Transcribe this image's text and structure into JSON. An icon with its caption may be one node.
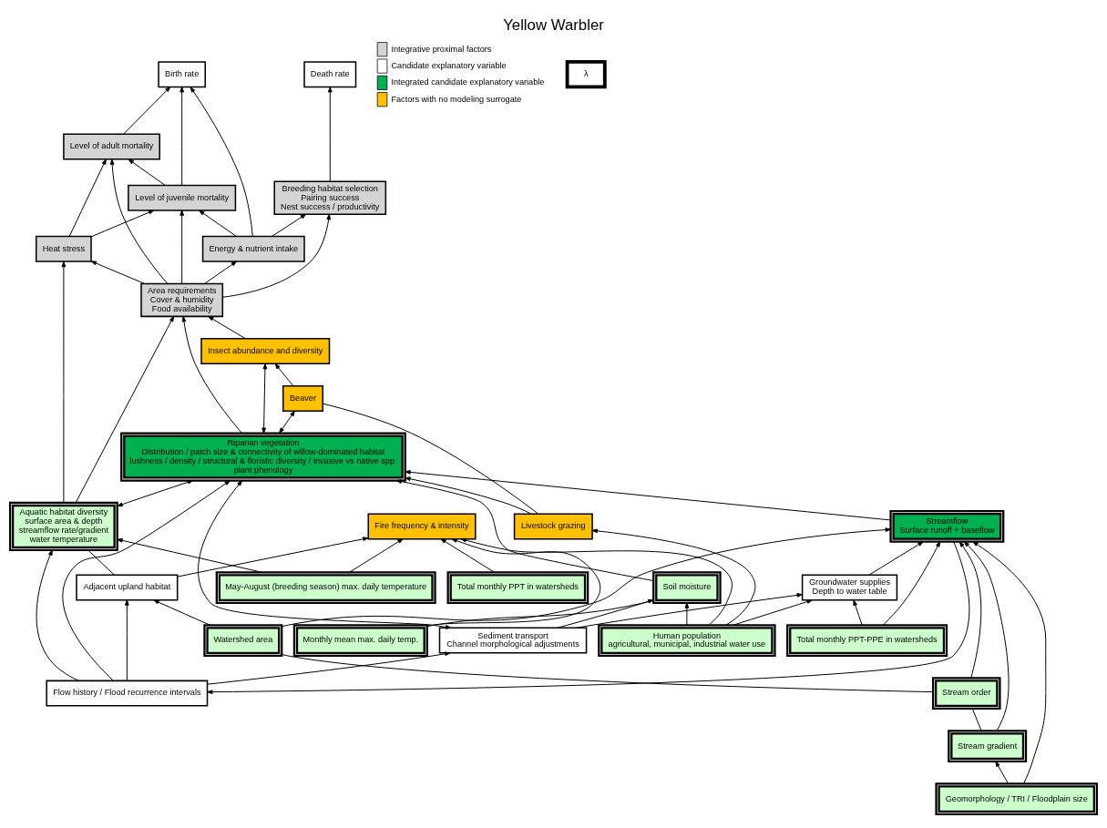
{
  "diagram": {
    "title": "Yellow Warbler",
    "nodes": [
      {
        "text": [
          "Birth rate"
        ]
      },
      {
        "text": [
          "λ"
        ]
      },
      {
        "text": [
          "Death rate"
        ]
      },
      {
        "text": [
          "Level of adult mortality"
        ]
      },
      {
        "text": [
          "Level of juvenile mortality"
        ]
      },
      {
        "text": [
          "Energy & nutrient intake"
        ]
      },
      {
        "text": [
          "Breeding habitat selection",
          "Pairing success",
          "Nest success / productivity"
        ]
      },
      {
        "text": [
          "Area requirements",
          "Cover & humidity",
          "Food availability"
        ]
      },
      {
        "text": [
          "Heat stress"
        ]
      },
      {
        "text": [
          "Aquatic habitat diversity",
          "surface area & depth",
          "streamflow rate/gradient",
          "water temperature"
        ]
      },
      {
        "text": [
          "Riparian vegetation",
          "Distribution / patch size & connectivity of willow-dominated habitat",
          "lushness / density / structural & floristic diversity / invasive vs native spp.",
          "plant phenology"
        ]
      },
      {
        "text": [
          "Insect abundance and diversity"
        ]
      },
      {
        "text": [
          "Beaver"
        ]
      },
      {
        "text": [
          "Livestock grazing"
        ]
      },
      {
        "text": [
          "Adjacent upland habitat"
        ]
      },
      {
        "text": [
          "Flow history / Flood recurrence intervals"
        ]
      },
      {
        "text": [
          "Sediment transport",
          "Channel morphological adjustments"
        ]
      },
      {
        "text": [
          "Soil moisture"
        ]
      },
      {
        "text": [
          "Watershed area"
        ]
      },
      {
        "text": [
          "Stream order"
        ]
      },
      {
        "text": [
          "Stream gradient"
        ]
      },
      {
        "text": [
          "Geomorphology / TRI / Floodplain size"
        ]
      },
      {
        "text": [
          "Streamflow",
          "Surface runoff + baseflow"
        ]
      },
      {
        "text": [
          "Groundwater supplies",
          "Depth to water table"
        ]
      },
      {
        "text": [
          "Human population",
          "agricultural, municipal, industrial water use"
        ]
      },
      {
        "text": [
          "Total monthly PPT-PPE in watersheds"
        ]
      },
      {
        "text": [
          "Total monthly PPT in watersheds"
        ]
      },
      {
        "text": [
          "May-August (breeding season) max. daily temperature"
        ]
      },
      {
        "text": [
          "Monthly mean max. daily temp."
        ]
      },
      {
        "text": [
          "Fire frequency & intensity"
        ]
      }
    ],
    "edges": [
      {
        "from": 3,
        "to": 0,
        "arrow": "to"
      },
      {
        "from": 4,
        "to": 0,
        "arrow": "to"
      },
      {
        "from": 5,
        "to": 0,
        "arrow": "to"
      },
      {
        "from": 6,
        "to": 2,
        "arrow": "to"
      },
      {
        "from": 4,
        "to": 3,
        "arrow": "to"
      },
      {
        "from": 5,
        "to": 4,
        "arrow": "to"
      },
      {
        "from": 5,
        "to": 6,
        "arrow": "to"
      },
      {
        "from": 7,
        "to": 3,
        "arrow": "to"
      },
      {
        "from": 7,
        "to": 4,
        "arrow": "to"
      },
      {
        "from": 7,
        "to": 5,
        "arrow": "to"
      },
      {
        "from": 7,
        "to": 6,
        "arrow": "to"
      },
      {
        "from": 7,
        "to": 8,
        "arrow": "to"
      },
      {
        "from": 8,
        "to": 3,
        "arrow": "to"
      },
      {
        "from": 8,
        "to": 4,
        "arrow": "to"
      },
      {
        "from": 9,
        "to": 8,
        "arrow": "to"
      },
      {
        "from": 9,
        "to": 7,
        "arrow": "to"
      },
      {
        "from": 10,
        "to": 7,
        "arrow": "to"
      },
      {
        "from": 11,
        "to": 7,
        "arrow": "to"
      },
      {
        "from": 9,
        "to": 10,
        "arrow": "both"
      },
      {
        "from": 10,
        "to": 11,
        "arrow": "both"
      },
      {
        "from": 10,
        "to": 12,
        "arrow": "both"
      },
      {
        "from": 12,
        "to": 11,
        "arrow": "to"
      },
      {
        "from": 13,
        "to": 10,
        "arrow": "to"
      },
      {
        "from": 13,
        "to": 12,
        "arrow": "none"
      },
      {
        "from": 17,
        "to": 10,
        "arrow": "to"
      },
      {
        "from": 14,
        "to": 9,
        "arrow": "none"
      },
      {
        "from": 18,
        "to": 14,
        "arrow": "to"
      },
      {
        "from": 19,
        "to": 18,
        "arrow": "none"
      },
      {
        "from": 20,
        "to": 19,
        "arrow": "none"
      },
      {
        "from": 21,
        "to": 20,
        "arrow": "to"
      },
      {
        "from": 15,
        "to": 14,
        "arrow": "to"
      },
      {
        "from": 15,
        "to": 16,
        "arrow": "to"
      },
      {
        "from": 15,
        "to": 9,
        "arrow": "to"
      },
      {
        "from": 15,
        "to": 10,
        "arrow": "to"
      },
      {
        "from": 16,
        "to": 17,
        "arrow": "to"
      },
      {
        "from": 16,
        "to": 10,
        "arrow": "both"
      },
      {
        "from": 16,
        "to": 23,
        "arrow": "to"
      },
      {
        "from": 18,
        "to": 22,
        "arrow": "to"
      },
      {
        "from": 19,
        "to": 22,
        "arrow": "to"
      },
      {
        "from": 20,
        "to": 22,
        "arrow": "to"
      },
      {
        "from": 21,
        "to": 22,
        "arrow": "to"
      },
      {
        "from": 25,
        "to": 22,
        "arrow": "to"
      },
      {
        "from": 23,
        "to": 22,
        "arrow": "to"
      },
      {
        "from": 22,
        "to": 15,
        "arrow": "to"
      },
      {
        "from": 22,
        "to": 10,
        "arrow": "to"
      },
      {
        "from": 24,
        "to": 23,
        "arrow": "to"
      },
      {
        "from": 24,
        "to": 29,
        "arrow": "to"
      },
      {
        "from": 24,
        "to": 17,
        "arrow": "to"
      },
      {
        "from": 24,
        "to": 13,
        "arrow": "to"
      },
      {
        "from": 25,
        "to": 23,
        "arrow": "to"
      },
      {
        "from": 27,
        "to": 9,
        "arrow": "to"
      },
      {
        "from": 27,
        "to": 29,
        "arrow": "to"
      },
      {
        "from": 28,
        "to": 29,
        "arrow": "to"
      },
      {
        "from": 28,
        "to": 17,
        "arrow": "none"
      },
      {
        "from": 26,
        "to": 29,
        "arrow": "to"
      },
      {
        "from": 14,
        "to": 29,
        "arrow": "to"
      }
    ],
    "legend": [
      {
        "text": "Integrative proximal factors",
        "color": "#d4d4d4"
      },
      {
        "text": "Candidate explanatory variable",
        "color": "#ffffff"
      },
      {
        "text": "Integrated candidate explanatory variable",
        "color": "#00b050"
      },
      {
        "text": "Factors with no modeling surrogate",
        "color": "#ffc000"
      }
    ]
  }
}
